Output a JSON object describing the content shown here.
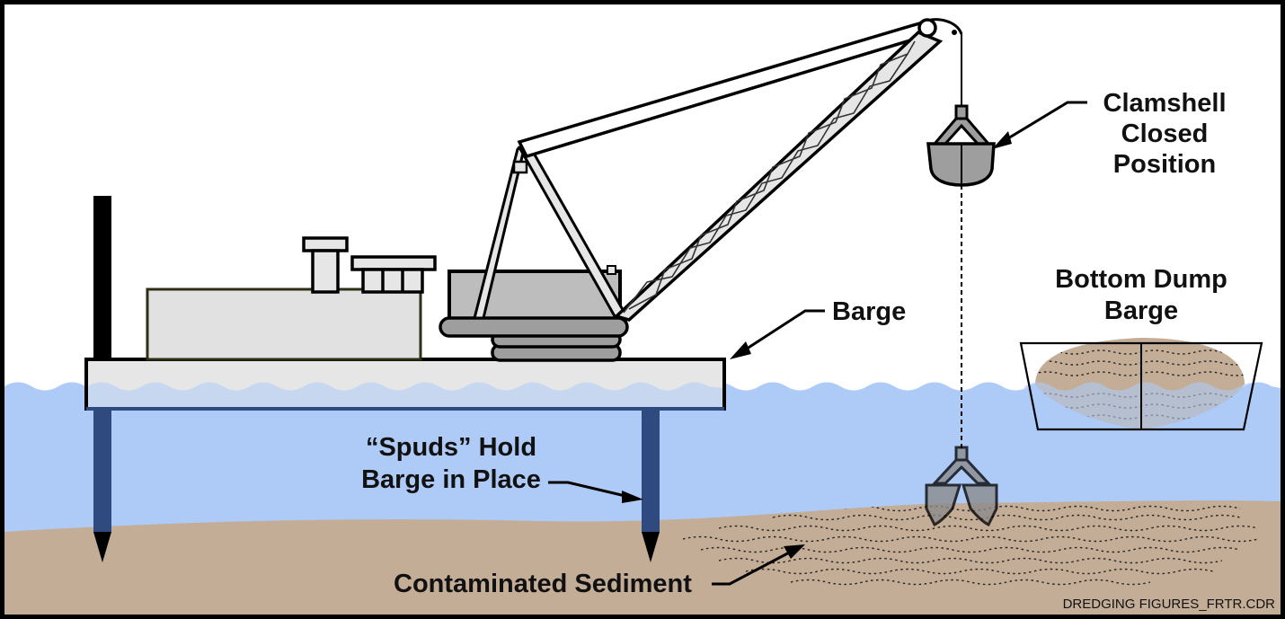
{
  "labels": {
    "clamshell_line1": "Clamshell",
    "clamshell_line2": "Closed",
    "clamshell_line3": "Position",
    "bottom_dump_line1": "Bottom Dump",
    "bottom_dump_line2": "Barge",
    "barge": "Barge",
    "spuds_line1": "“Spuds” Hold",
    "spuds_line2": "Barge in Place",
    "sediment": "Contaminated Sediment"
  },
  "credit": "DREDGING FIGURES_FRTR.CDR",
  "colors": {
    "water": "#aecbf7",
    "water_line": "#3f8fe2",
    "sediment": "#c4ad97",
    "steel": "#bdbdbd",
    "steel_dark": "#9e9e9e",
    "house": "#e1e1e1",
    "house_border": "#2e2e16",
    "barge_deck": "#e6e6e6",
    "spud_submerged": "#2f4a7e",
    "outline": "#000000"
  }
}
